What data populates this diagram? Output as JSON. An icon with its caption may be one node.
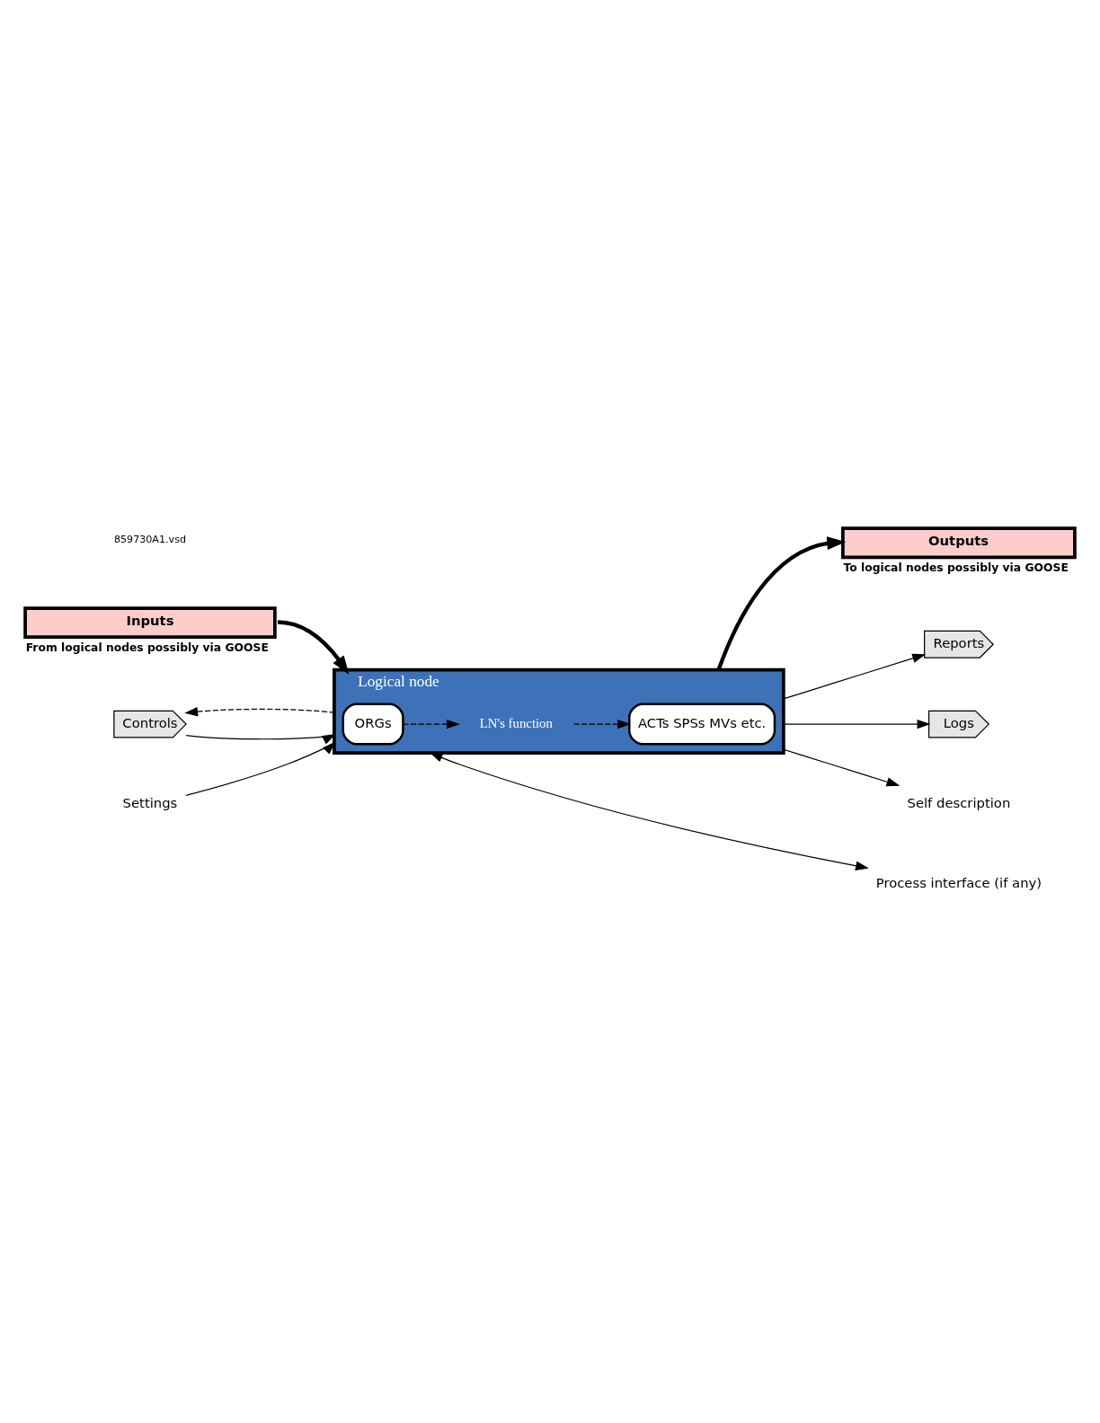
{
  "diagram": {
    "nodes": [
      {
        "text": [
          "Logical node"
        ]
      },
      {
        "text": [
          "ORGs"
        ],
        "in": 0
      },
      {
        "text": [
          "LN's function"
        ],
        "in": 0
      },
      {
        "text": [
          "ACTs SPSs MVs etc."
        ],
        "in": 0
      },
      {
        "text": [
          "Inputs"
        ],
        "beside": [
          "From logical nodes possibly via GOOSE"
        ]
      },
      {
        "text": [
          "Controls"
        ]
      },
      {
        "text": [
          "Outputs"
        ],
        "beside": [
          "To logical nodes possibly via GOOSE"
        ]
      },
      {
        "text": [
          "Reports"
        ]
      },
      {
        "text": [
          "Logs"
        ]
      },
      {
        "text": [
          "Settings"
        ]
      },
      {
        "text": [
          "Self description"
        ]
      },
      {
        "text": [
          "Process interface (if any)"
        ]
      }
    ],
    "edges": [
      {
        "from": 4,
        "to": 0,
        "arrow": "to",
        "style": "thick"
      },
      {
        "from": 5,
        "to": 0,
        "arrow": "to"
      },
      {
        "from": 0,
        "to": 5,
        "arrow": "to",
        "style": "dashed"
      },
      {
        "from": 1,
        "to": 2,
        "arrow": "to",
        "style": "dashed"
      },
      {
        "from": 2,
        "to": 3,
        "arrow": "to",
        "style": "dashed"
      },
      {
        "from": 0,
        "to": 6,
        "arrow": "to",
        "style": "thick"
      },
      {
        "from": 0,
        "to": 7,
        "arrow": "to"
      },
      {
        "from": 0,
        "to": 8,
        "arrow": "to"
      },
      {
        "from": 9,
        "to": 0,
        "arrow": "to"
      },
      {
        "from": 0,
        "to": 10,
        "arrow": "to"
      },
      {
        "from": 0,
        "to": 11,
        "arrow": "both"
      }
    ],
    "labels": [
      "859730A1.vsd"
    ]
  }
}
